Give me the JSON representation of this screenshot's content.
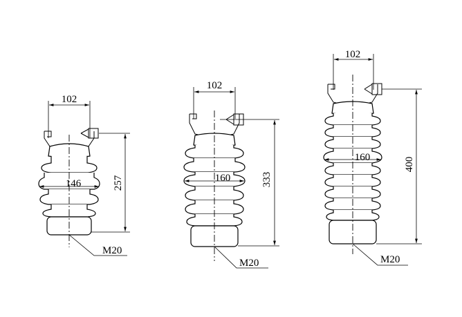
{
  "insulators": [
    {
      "id": "insulator-1",
      "clamp_width": "102",
      "shed_diameter": "146",
      "height": "257",
      "thread": "M20"
    },
    {
      "id": "insulator-2",
      "clamp_width": "102",
      "shed_diameter": "160",
      "height": "333",
      "thread": "M20"
    },
    {
      "id": "insulator-3",
      "clamp_width": "102",
      "shed_diameter": "160",
      "height": "400",
      "thread": "M20"
    }
  ]
}
